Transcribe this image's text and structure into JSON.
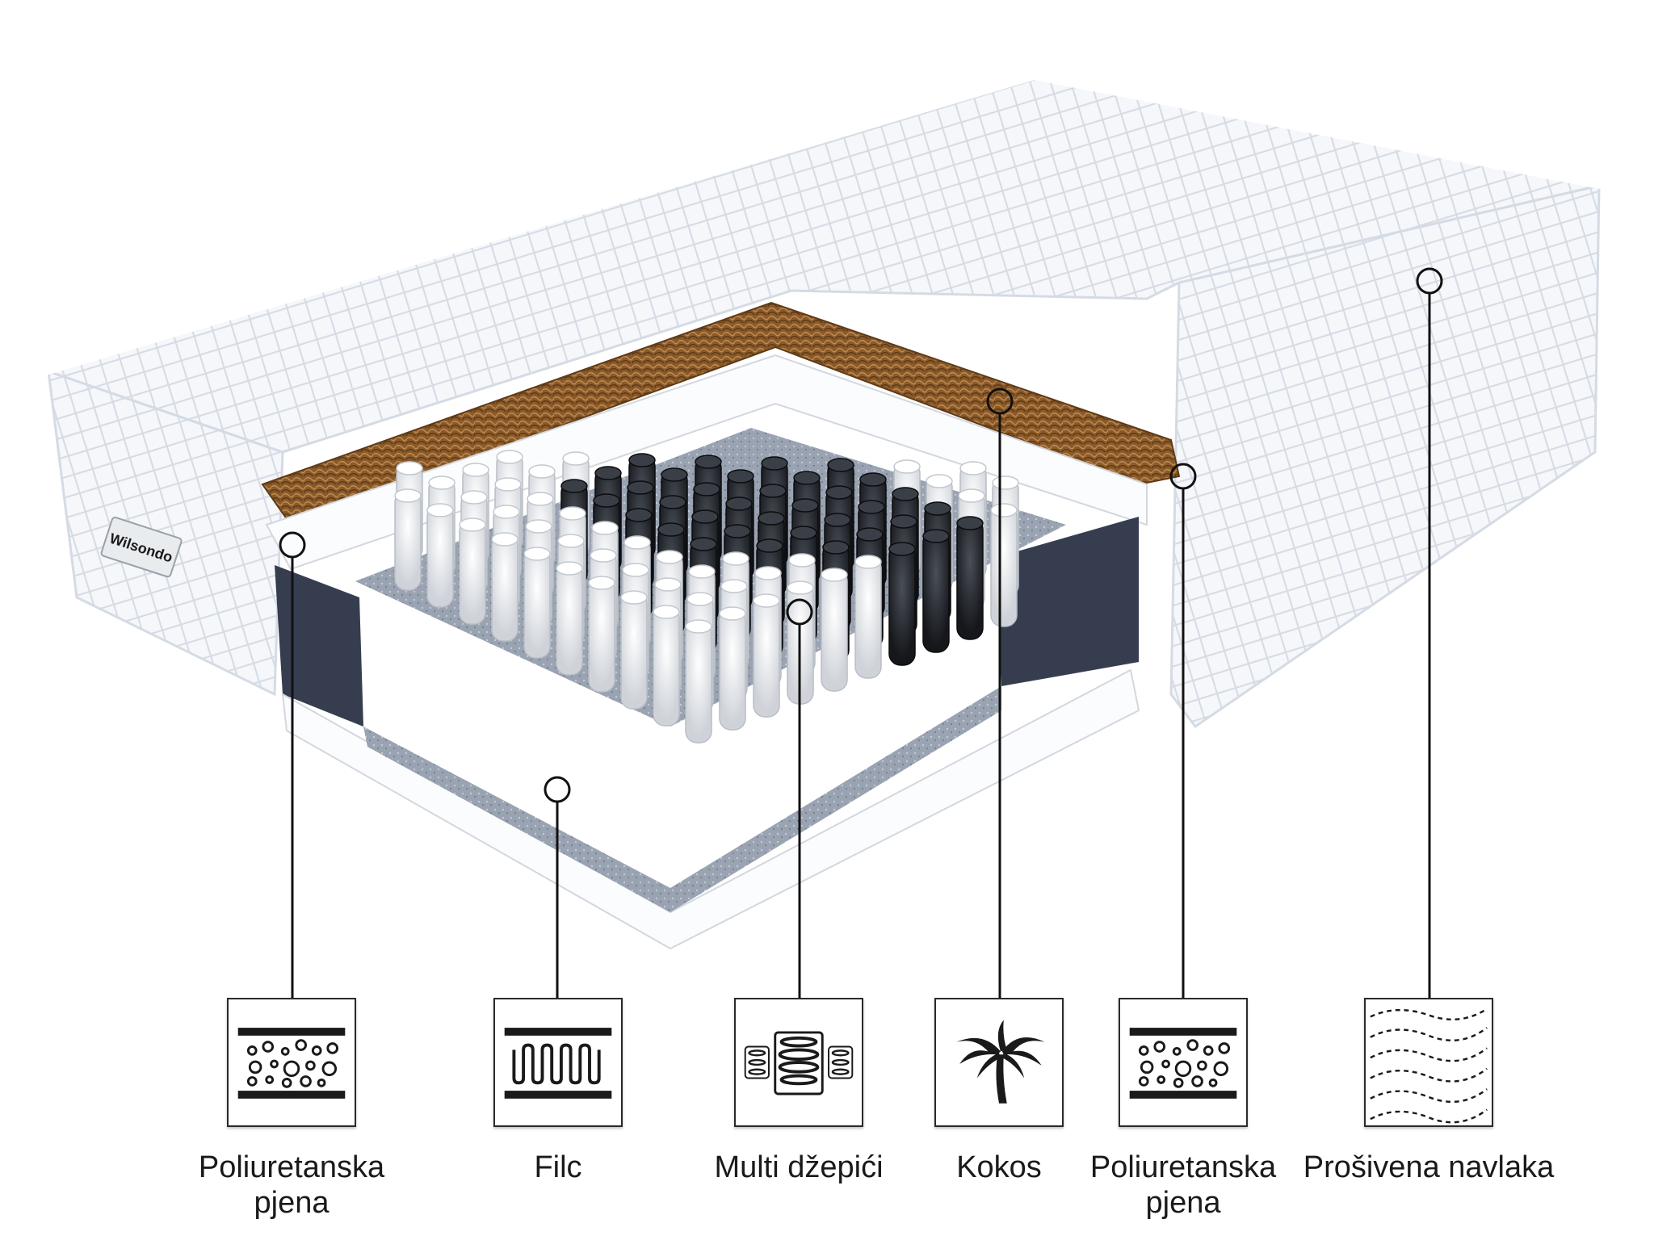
{
  "brand": {
    "label_text": "Wilsondo"
  },
  "colors": {
    "cover": "#f4f6f9",
    "cover_shadow": "#d7dde6",
    "coconut": "#8a5a2b",
    "foam": "#fbfcfd",
    "foam_dark": "#363d4f",
    "felt": "#9aa3b2",
    "spring_white": "#f1f2f4",
    "spring_black": "#1f2228",
    "line": "#111111"
  },
  "layers": [
    {
      "id": "foam-bottom",
      "label": "Poliuretanska\npjena",
      "icon": "foam-bubbles-icon"
    },
    {
      "id": "felt",
      "label": "Filc",
      "icon": "felt-zigzag-icon"
    },
    {
      "id": "pocket-springs",
      "label": "Multi džepići",
      "icon": "pocket-springs-icon"
    },
    {
      "id": "coconut",
      "label": "Kokos",
      "icon": "palm-tree-icon"
    },
    {
      "id": "foam-top",
      "label": "Poliuretanska\npjena",
      "icon": "foam-bubbles-icon"
    },
    {
      "id": "quilted-cover",
      "label": "Prošivena navlaka",
      "icon": "quilted-wave-icon"
    }
  ]
}
